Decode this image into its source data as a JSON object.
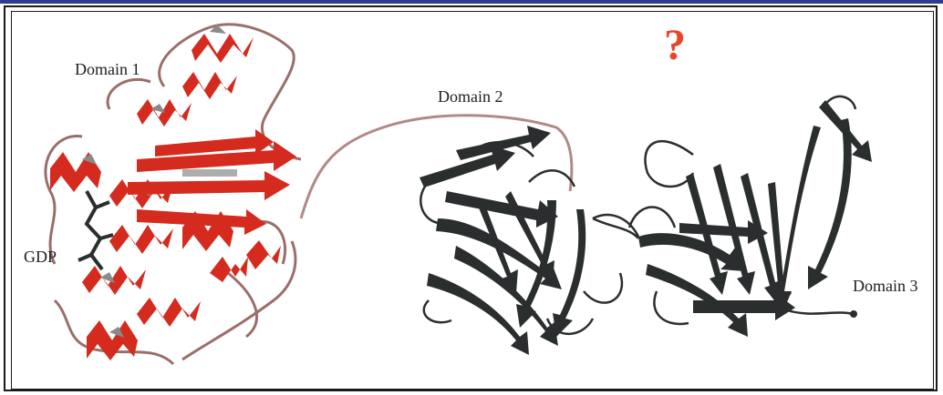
{
  "labels": {
    "domain1": "Domain 1",
    "domain2": "Domain 2",
    "domain3": "Domain 3",
    "gdp": "GDP",
    "question_mark": "?"
  },
  "colors": {
    "domain1_helix": "#d42b1e",
    "helix_shade": "#8a8a8a",
    "domains_2_3": "#2b2e2e",
    "question_mark": "#e8452a",
    "linker": "#b08a86"
  }
}
